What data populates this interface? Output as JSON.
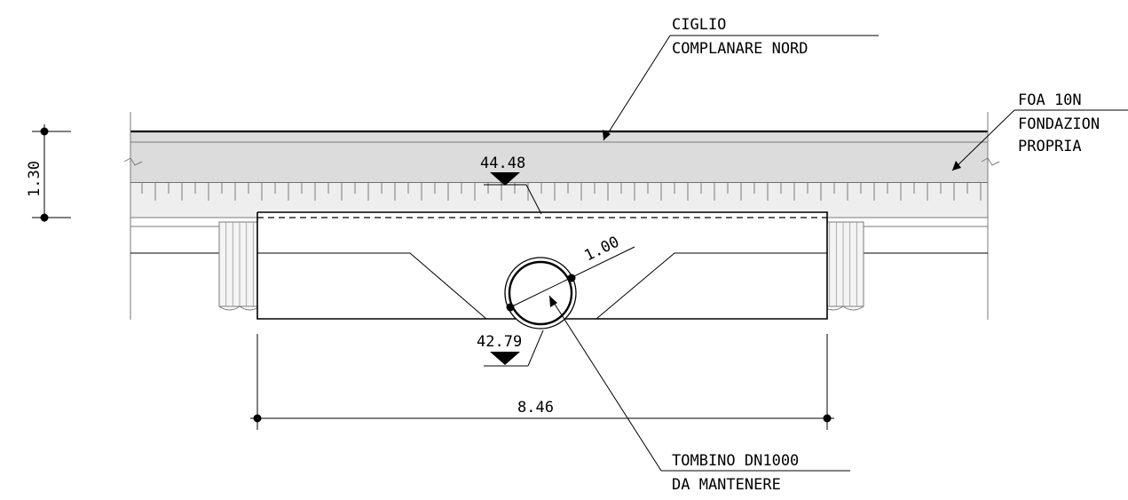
{
  "labels": {
    "ciglio_line1": "CIGLIO",
    "ciglio_line2": "COMPLANARE NORD",
    "foa_line1": "FOA 10N",
    "foa_line2": "FONDAZION",
    "foa_line3": "PROPRIA",
    "tombino_line1": "TOMBINO DN1000",
    "tombino_line2": "DA MANTENERE"
  },
  "dimensions": {
    "height": "1.30",
    "width": "8.46",
    "pipe_diameter": "1.00"
  },
  "levels": {
    "top": "44.48",
    "bottom": "42.79"
  }
}
